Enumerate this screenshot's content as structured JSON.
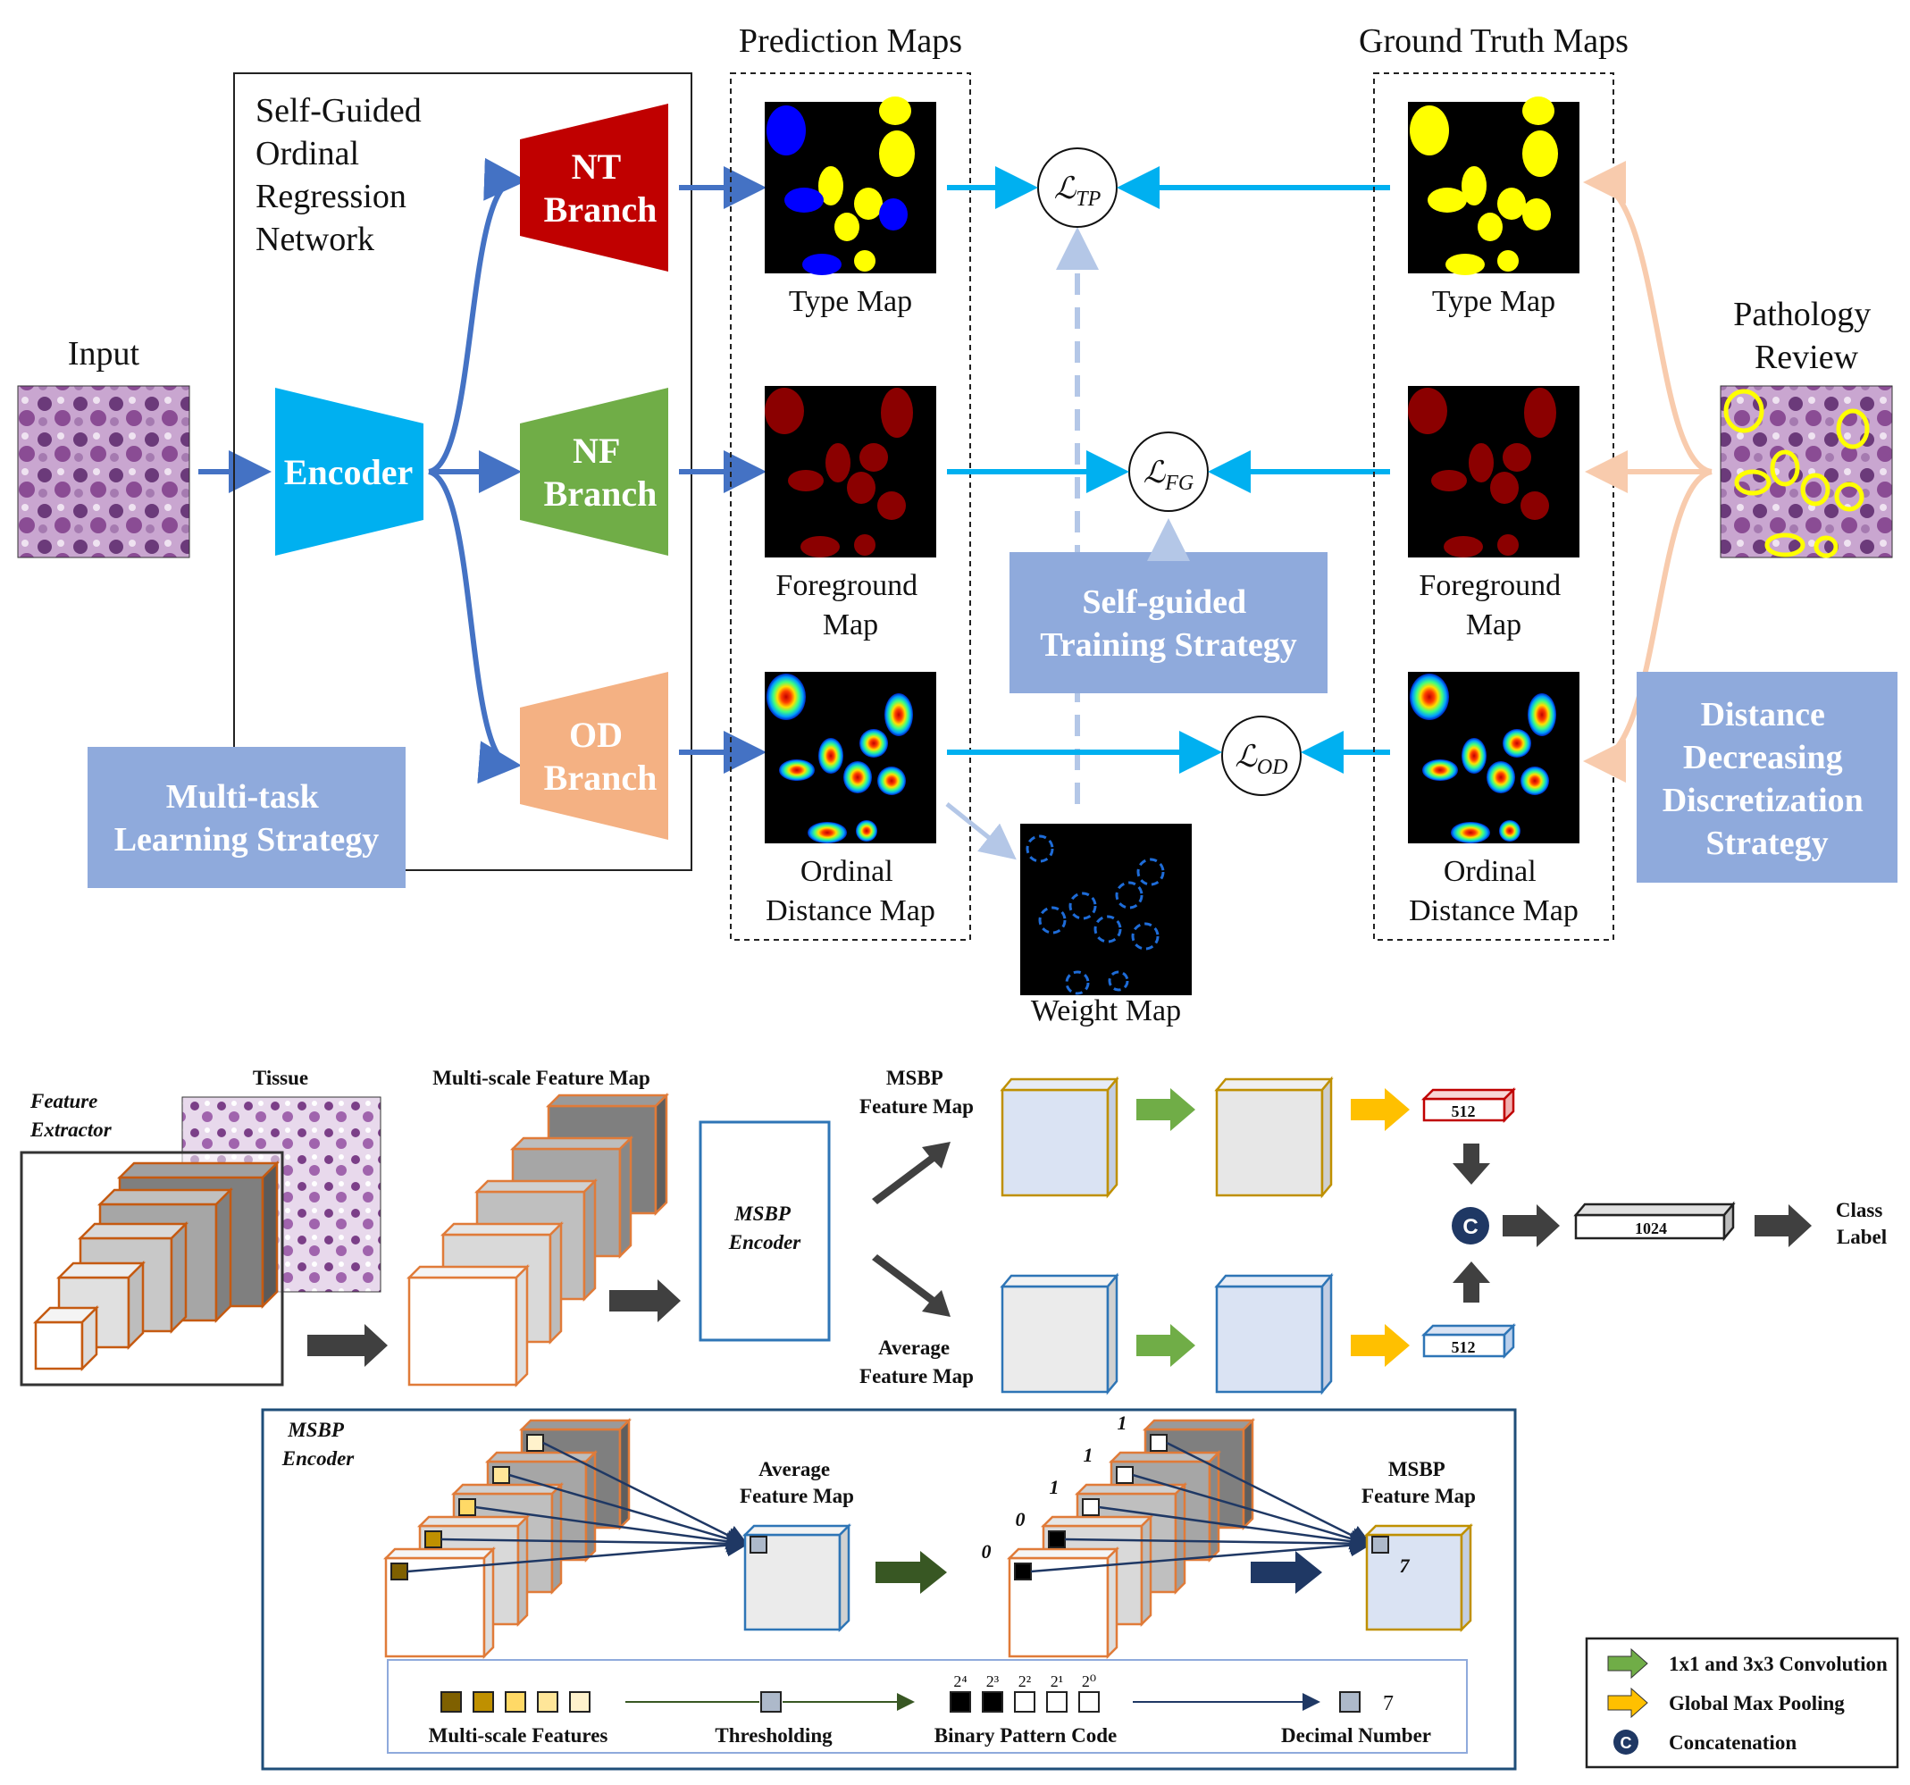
{
  "top": {
    "input_label": "Input",
    "network_title": [
      "Self-Guided",
      "Ordinal",
      "Regression",
      "Network"
    ],
    "encoder_label": "Encoder",
    "branches": {
      "nt": [
        "NT",
        "Branch"
      ],
      "nf": [
        "NF",
        "Branch"
      ],
      "od": [
        "OD",
        "Branch"
      ]
    },
    "prediction_maps_title": "Prediction Maps",
    "ground_truth_maps_title": "Ground Truth Maps",
    "map_labels": {
      "type_map": "Type Map",
      "foreground_map": [
        "Foreground",
        "Map"
      ],
      "ordinal_distance_map": [
        "Ordinal",
        "Distance Map"
      ],
      "weight_map": "Weight Map"
    },
    "losses": {
      "tp_main": "ℒ",
      "tp_sub": "TP",
      "fg_sub": "FG",
      "od_sub": "OD"
    },
    "pathology_review": [
      "Pathology",
      "Review"
    ],
    "strategies": {
      "multi_task": [
        "Multi-task",
        "Learning Strategy"
      ],
      "self_guided": [
        "Self-guided",
        "Training Strategy"
      ],
      "distance": [
        "Distance",
        "Decreasing",
        "Discretization",
        "Strategy"
      ]
    },
    "colors": {
      "nt_branch": "#c00000",
      "nf_branch": "#70ad47",
      "od_branch": "#f4b183",
      "encoder": "#00b0f0",
      "strategy_box": "#8faadc",
      "arrow_blue": "#4472c4",
      "arrow_cyan": "#00b0f0",
      "arrow_peach": "#f8cbad"
    }
  },
  "bottom": {
    "feature_extractor": [
      "Feature",
      "Extractor"
    ],
    "tissue": "Tissue",
    "multiscale_feature_map": "Multi-scale Feature Map",
    "msbp_encoder": [
      "MSBP",
      "Encoder"
    ],
    "msbp_feature_map": [
      "MSBP",
      "Feature Map"
    ],
    "average_feature_map": [
      "Average",
      "Feature Map"
    ],
    "vec_512_top": "512",
    "vec_512_bottom": "512",
    "vec_1024": "1024",
    "concat_symbol": "C",
    "class_label": [
      "Class",
      "Label"
    ],
    "inset": {
      "title": [
        "MSBP",
        "Encoder"
      ],
      "average_feature_map": [
        "Average",
        "Feature Map"
      ],
      "msbp_feature_map": [
        "MSBP",
        "Feature Map"
      ],
      "bits": [
        "1",
        "1",
        "1",
        "0",
        "0"
      ],
      "decimal_in_cube": "7",
      "legend_row": {
        "multi_scale_features": "Multi-scale Features",
        "thresholding": "Thresholding",
        "powers": [
          "2⁴",
          "2³",
          "2²",
          "2¹",
          "2⁰"
        ],
        "binary_pattern_code": "Binary Pattern Code",
        "decimal_number": "Decimal Number",
        "decimal_value": "7"
      }
    },
    "legend": {
      "conv": "1x1 and 3x3 Convolution",
      "gmp": "Global Max Pooling",
      "concat": "Concatenation"
    },
    "colors": {
      "orange_edge": "#d08040",
      "gold_edge": "#bf9000",
      "blue_edge": "#2e75b6",
      "navy": "#1f3864",
      "green_arrow": "#70ad47",
      "gold_arrow": "#ffc000",
      "dark_arrow": "#404040"
    }
  }
}
